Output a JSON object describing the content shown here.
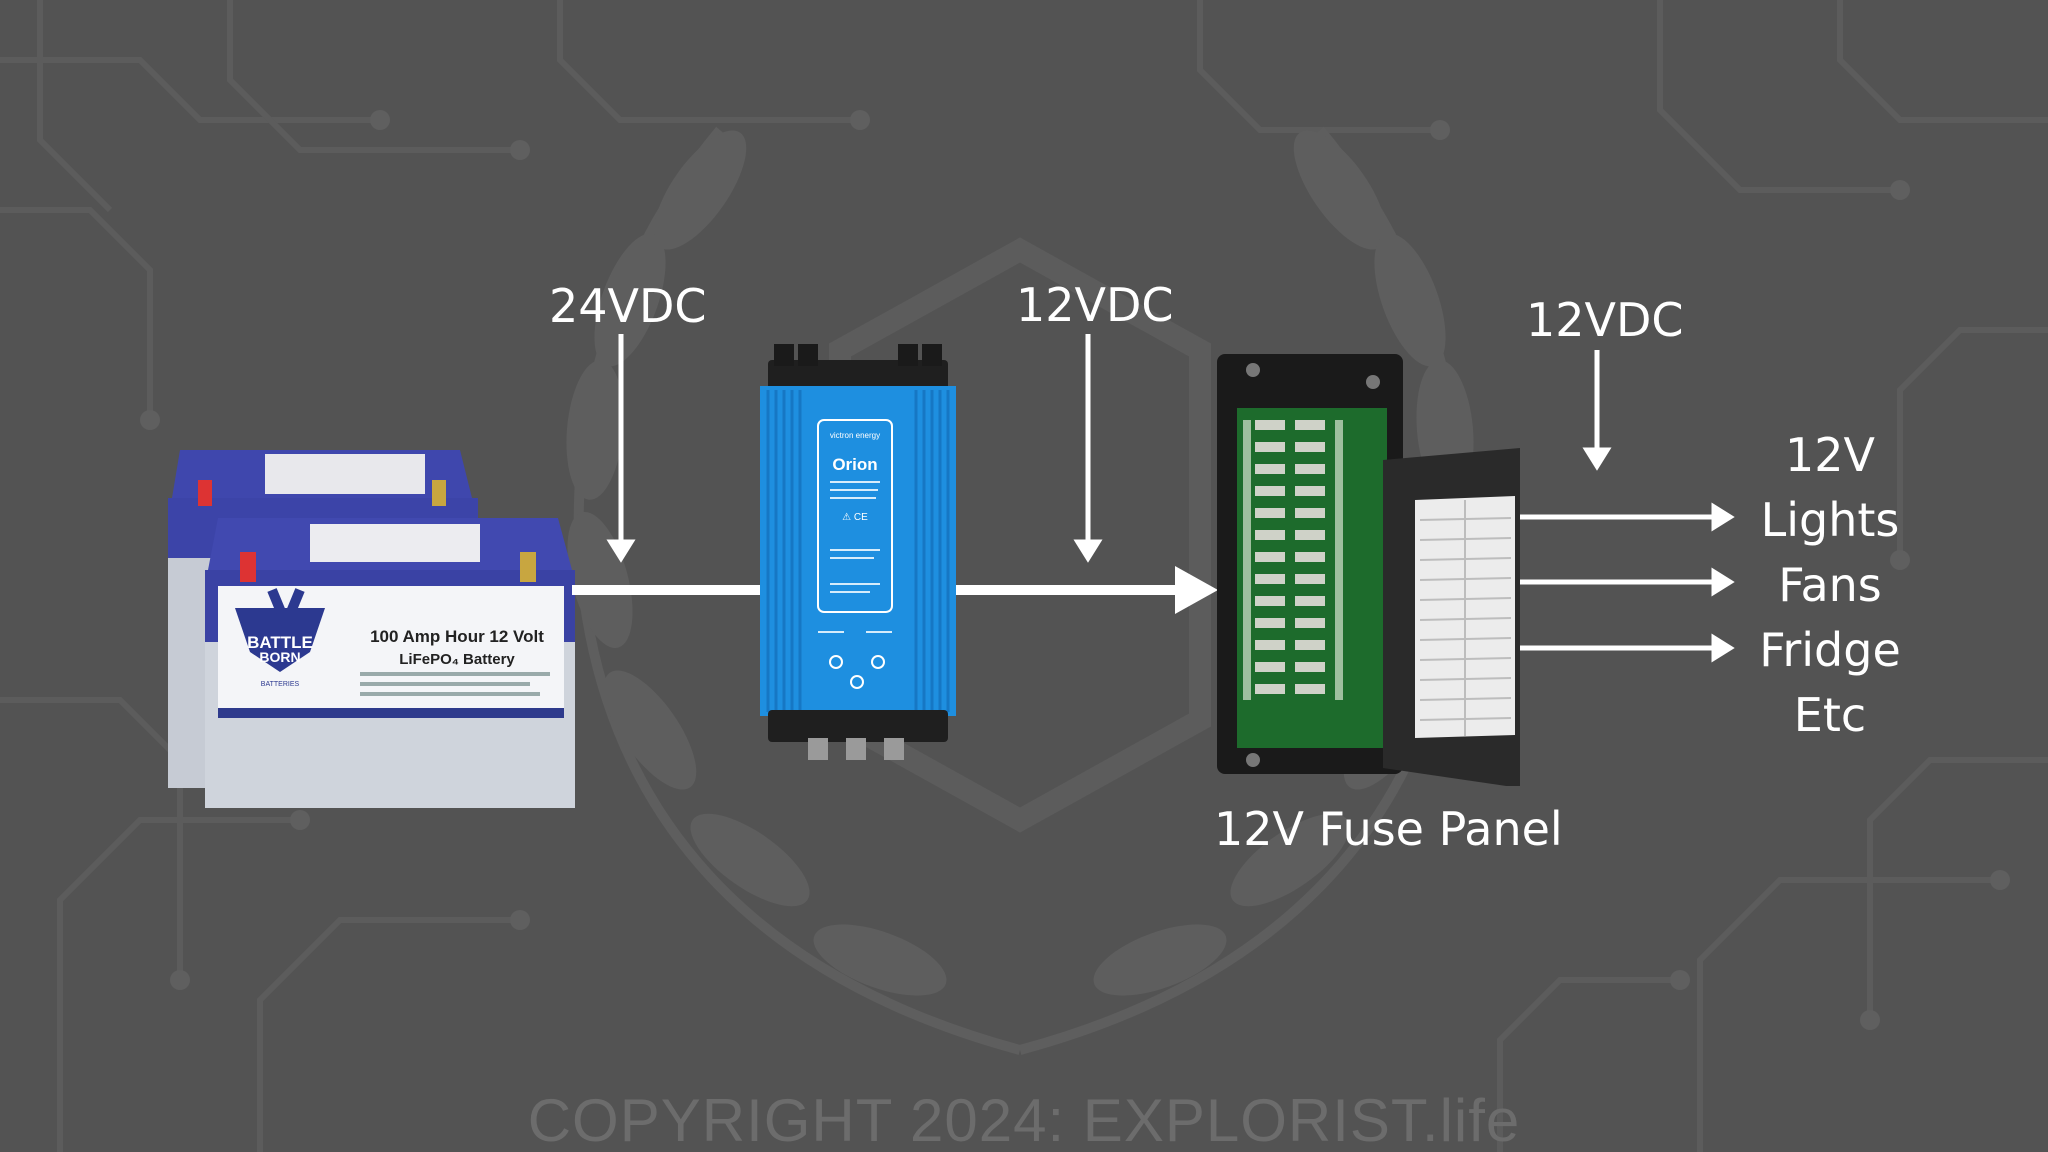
{
  "diagram": {
    "labels": {
      "input_voltage": "24VDC",
      "converter_output_voltage": "12VDC",
      "panel_output_voltage": "12VDC",
      "fuse_panel": "12V Fuse Panel"
    },
    "loads": [
      "12V",
      "Lights",
      "Fans",
      "Fridge",
      "Etc"
    ],
    "components": {
      "battery": {
        "brand_line1": "BATTLE",
        "brand_line2": "BORN",
        "brand_line3": "BATTERIES",
        "product_line1": "100 Amp Hour 12 Volt",
        "product_line2": "LiFePO₄ Battery"
      },
      "converter": {
        "brand": "victron energy",
        "model": "Orion",
        "marks": "⚠ CE"
      }
    }
  },
  "footer": {
    "copyright": "COPYRIGHT 2024: EXPLORIST.life"
  },
  "colors": {
    "background": "#535353",
    "wire": "#ffffff",
    "converter_blue": "#1e8fe0",
    "battery_blue": "#3c44a8",
    "circuit_green": "#1d6b2c"
  },
  "icons": [
    "laurel-wreath-watermark",
    "circuit-trace-background",
    "arrow-down-icon",
    "arrow-right-icon"
  ]
}
